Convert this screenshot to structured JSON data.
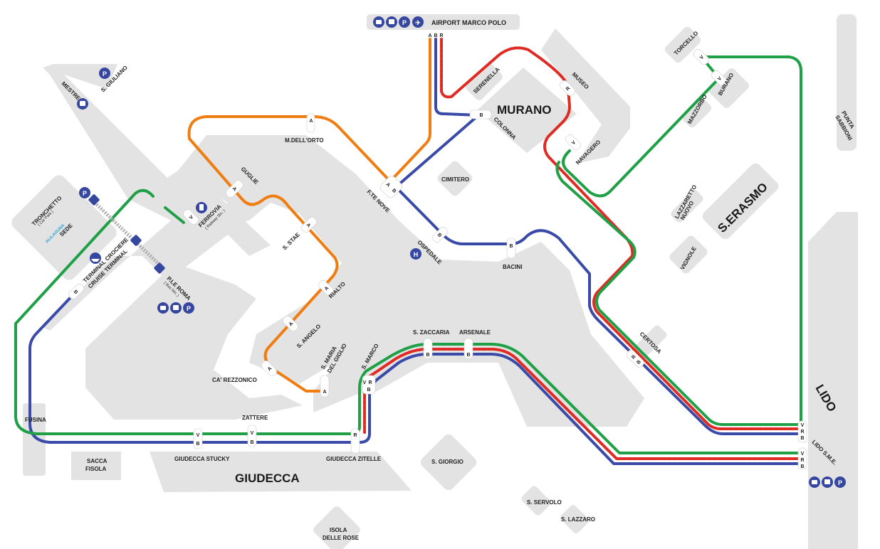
{
  "colors": {
    "line_A": "#f07d12",
    "line_B": "#3a4aa8",
    "line_R": "#e02a24",
    "line_V": "#1fa047",
    "land": "#e3e3e3",
    "icon": "#3647a0"
  },
  "areas": {
    "murano": "MURANO",
    "s_erasmo": "S.ERASMO",
    "giudecca": "GIUDECCA",
    "lido": "LIDO"
  },
  "airport": {
    "label": "AIRPORT MARCO POLO",
    "lines": [
      "A",
      "B",
      "R"
    ],
    "icons": [
      "taxi-icon",
      "bus-icon",
      "parking-icon",
      "airplane-icon"
    ]
  },
  "stops": {
    "s_giuliano": "S. GIULIANO",
    "mestre": "MESTRE",
    "tronchetto": "TRONCHETTO",
    "tronchetto_sub": "( Car Park )",
    "alilaguna": "ALILAGUNA",
    "sede": "SEDE",
    "terminal1": "TERMINAL CROCIERE",
    "terminal2": "CRUISE TERMINAL",
    "ferrovia": "FERROVIA",
    "ferrovia_sub": "( Railway Stn. )",
    "proma": "P.LE ROMA",
    "proma_sub": "( Bus Stn. )",
    "guglie": "GUGLIE",
    "mdellorto": "M.DELL'ORTO",
    "ftenove": "F.TE NOVE",
    "colonna": "COLONNA",
    "serenella": "SERENELLA",
    "museo": "MUSEO",
    "navagero": "NAVAGERO",
    "cimitero": "CIMITERO",
    "ospedale": "OSPEDALE",
    "bacini": "BACINI",
    "sstae": "S. STAE",
    "rialto": "RIALTO",
    "sangelo": "S. ANGELO",
    "carezzonico": "CA' REZZONICO",
    "smaria1": "S. MARIA",
    "smaria2": "DEL GIGLIO",
    "smarco": "S. MARCO",
    "szaccaria": "S. ZACCARIA",
    "arsenale": "ARSENALE",
    "zattere": "ZATTERE",
    "giudecca_stucky": "GIUDECCA STUCKY",
    "giudecca_zitelle": "GIUDECCA ZITELLE",
    "fusina": "FUSINA",
    "sacca1": "SACCA",
    "sacca2": "FISOLA",
    "sgiorgio": "S. GIORGIO",
    "sservolo": "S. SERVOLO",
    "slazzaro": "S. LAZZARO",
    "isola1": "ISOLA",
    "isola2": "DELLE ROSE",
    "certosa": "CERTOSA",
    "lazzaretto1": "LAZZARETTO",
    "lazzaretto2": "NUOVO",
    "vignole": "VIGNOLE",
    "torcello": "TORCELLO",
    "burano": "BURANO",
    "mazzorbo": "MAZZORBO",
    "punta1": "PUNTA",
    "punta2": "SABBIONI",
    "lido_sme": "LIDO S.M.E."
  },
  "stop_letters": {
    "A": "A",
    "B": "B",
    "R": "R",
    "V": "V"
  }
}
